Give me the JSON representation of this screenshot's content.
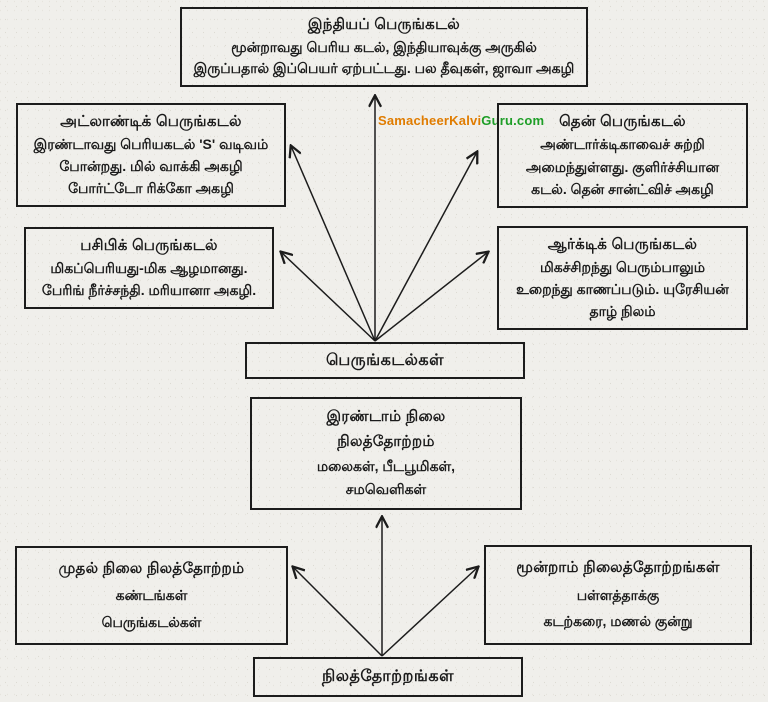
{
  "watermark": {
    "prefix": "SamacheerKalvi",
    "suffix": "Guru.com",
    "prefix_color": "#e07c00",
    "suffix_color": "#1e9e27"
  },
  "colors": {
    "background": "#f0efeb",
    "border": "#1c1c1c",
    "text": "#1b1b1b"
  },
  "diagram": {
    "oceans": {
      "root_label": "பெருங்கடல்கள்",
      "indian": {
        "title": "இந்தியப் பெருங்கடல்",
        "line1": "மூன்றாவது பெரிய கடல், இந்தியாவுக்கு அருகில்",
        "line2": "இருப்பதால் இப்பெயர் ஏற்பட்டது. பல தீவுகள், ஜாவா அகழி"
      },
      "atlantic": {
        "title": "அட்லாண்டிக் பெருங்கடல்",
        "line1": "இரண்டாவது பெரியகடல் 'S' வடிவம்",
        "line2": "போன்றது. மில் வாக்கி அகழி",
        "line3": "போர்ட்டோ ரிக்கோ அகழி"
      },
      "southern": {
        "title": "தென் பெருங்கடல்",
        "line1": "அண்டார்க்டிகாவைச் சுற்றி",
        "line2": "அமைந்துள்ளது. குளிர்ச்சியான",
        "line3": "கடல். தென் சான்ட்விச் அகழி"
      },
      "pacific": {
        "title": "பசிபிக் பெருங்கடல்",
        "line1": "மிகப்பெரியது-மிக ஆழமானது.",
        "line2": "பேரிங் நீர்ச்சந்தி. மரியானா அகழி."
      },
      "arctic": {
        "title": "ஆர்க்டிக் பெருங்கடல்",
        "line1": "மிகச்சிறந்து பெரும்பாலும்",
        "line2": "உறைந்து காணப்படும். யுரேசியன்",
        "line3": "தாழ் நிலம்"
      }
    },
    "landforms": {
      "root_label": "நிலத்தோற்றங்கள்",
      "second": {
        "title1": "இரண்டாம் நிலை",
        "title2": "நிலத்தோற்றம்",
        "line1": "மலைகள், பீடபூமிகள்,",
        "line2": "சமவெளிகள்"
      },
      "first": {
        "title": "முதல் நிலை நிலத்தோற்றம்",
        "line1": "கண்டங்கள்",
        "line2": "பெருங்கடல்கள்"
      },
      "third": {
        "title": "மூன்றாம் நிலைத்தோற்றங்கள்",
        "line1": "பள்ளத்தாக்கு",
        "line2": "கடற்கரை, மணல் குன்று"
      }
    }
  }
}
